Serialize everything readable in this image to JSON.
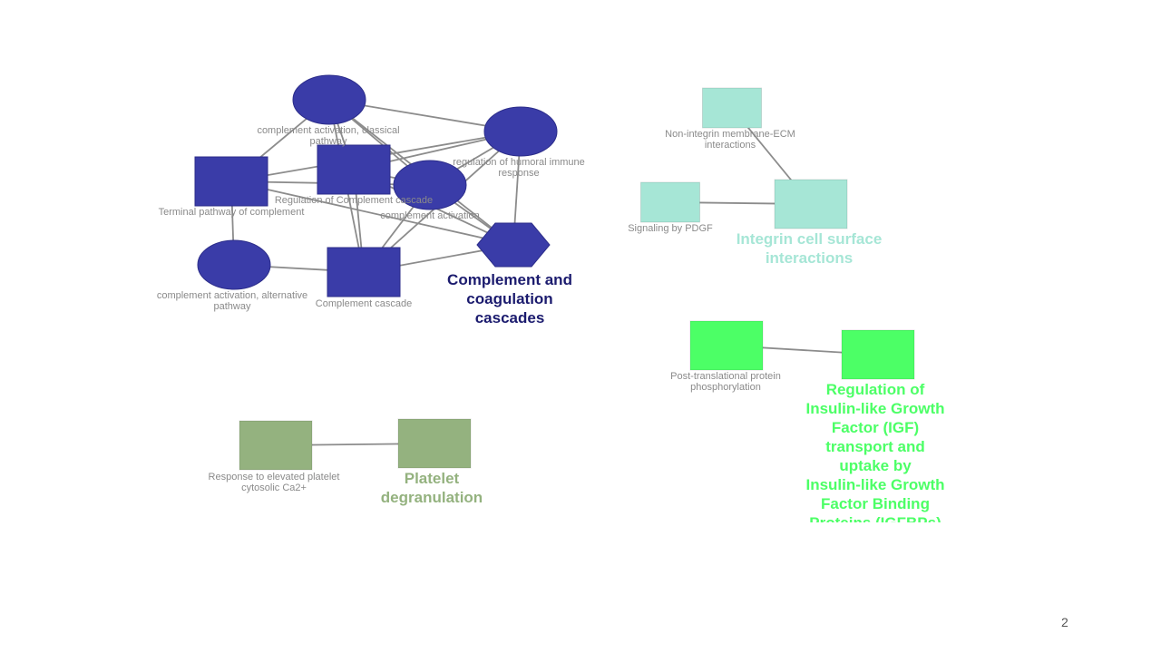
{
  "colors": {
    "complement": "#3a3ca8",
    "complement_title": "#1b1b6e",
    "integrin": "#a6e6d6",
    "igf": "#4cff66",
    "platelet": "#94b27f",
    "edge": "#8c8c8c"
  },
  "nodes": [
    {
      "id": "classical",
      "shape": "ellipse",
      "group": "complement",
      "label": [
        "complement activation, classical",
        "pathway"
      ]
    },
    {
      "id": "humoral",
      "shape": "ellipse",
      "group": "complement",
      "label": [
        "regulation of humoral immune",
        "response"
      ]
    },
    {
      "id": "terminal",
      "shape": "square",
      "group": "complement",
      "label": [
        "Terminal pathway of complement"
      ]
    },
    {
      "id": "regulation",
      "shape": "square",
      "group": "complement",
      "label": [
        "Regulation of Complement cascade"
      ]
    },
    {
      "id": "activation",
      "shape": "ellipse",
      "group": "complement",
      "label": [
        "complement activation"
      ]
    },
    {
      "id": "alternative",
      "shape": "ellipse",
      "group": "complement",
      "label": [
        "complement activation, alternative",
        "pathway"
      ]
    },
    {
      "id": "cascade",
      "shape": "square",
      "group": "complement",
      "label": [
        "Complement cascade"
      ]
    },
    {
      "id": "coag",
      "shape": "hexagon",
      "group": "complement",
      "label": []
    },
    {
      "id": "nonintegrin",
      "shape": "square",
      "group": "integrin",
      "label": [
        "Non-integrin membrane-ECM",
        "interactions"
      ]
    },
    {
      "id": "pdgf",
      "shape": "square",
      "group": "integrin",
      "label": [
        "Signaling by PDGF"
      ]
    },
    {
      "id": "integrin",
      "shape": "square",
      "group": "integrin",
      "label": []
    },
    {
      "id": "ptm",
      "shape": "square",
      "group": "igf",
      "label": [
        "Post-translational protein",
        "phosphorylation"
      ]
    },
    {
      "id": "igfnode",
      "shape": "square",
      "group": "igf",
      "label": []
    },
    {
      "id": "ca2",
      "shape": "square",
      "group": "platelet",
      "label": [
        "Response to elevated platelet",
        "cytosolic Ca2+"
      ]
    },
    {
      "id": "degran",
      "shape": "square",
      "group": "platelet",
      "label": []
    }
  ],
  "edges": [
    [
      "classical",
      "humoral"
    ],
    [
      "classical",
      "terminal"
    ],
    [
      "classical",
      "cascade"
    ],
    [
      "classical",
      "activation"
    ],
    [
      "classical",
      "coag"
    ],
    [
      "classical",
      "regulation"
    ],
    [
      "humoral",
      "terminal"
    ],
    [
      "humoral",
      "regulation"
    ],
    [
      "humoral",
      "activation"
    ],
    [
      "humoral",
      "coag"
    ],
    [
      "humoral",
      "cascade"
    ],
    [
      "terminal",
      "activation"
    ],
    [
      "terminal",
      "alternative"
    ],
    [
      "terminal",
      "coag"
    ],
    [
      "regulation",
      "cascade"
    ],
    [
      "regulation",
      "coag"
    ],
    [
      "regulation",
      "activation"
    ],
    [
      "activation",
      "cascade"
    ],
    [
      "activation",
      "coag"
    ],
    [
      "alternative",
      "cascade"
    ],
    [
      "cascade",
      "coag"
    ],
    [
      "nonintegrin",
      "integrin"
    ],
    [
      "pdgf",
      "integrin"
    ],
    [
      "ptm",
      "igfnode"
    ],
    [
      "ca2",
      "degran"
    ]
  ],
  "cluster_titles": [
    {
      "group": "complement",
      "color_key": "complement_title",
      "lines": [
        "Complement and",
        "coagulation",
        "cascades"
      ]
    },
    {
      "group": "integrin",
      "color_key": "integrin",
      "lines": [
        "Integrin cell surface",
        "interactions"
      ]
    },
    {
      "group": "igf",
      "color_key": "igf",
      "lines": [
        "Regulation of",
        "Insulin-like Growth",
        "Factor (IGF)",
        "transport and",
        "uptake by",
        "Insulin-like Growth",
        "Factor Binding",
        "Proteins (IGFBPs)"
      ]
    },
    {
      "group": "platelet",
      "color_key": "platelet",
      "lines": [
        "Platelet",
        "degranulation"
      ]
    }
  ],
  "page_number": "2"
}
